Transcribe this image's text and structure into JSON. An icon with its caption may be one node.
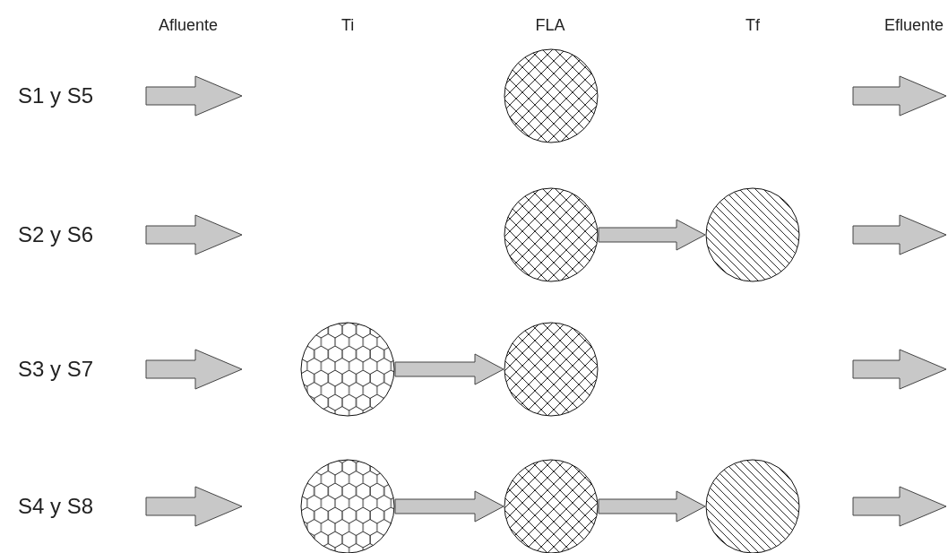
{
  "diagram": {
    "nodes": [
      {
        "text": [],
        "shape": "circle"
      },
      {
        "text": [],
        "shape": "circle"
      },
      {
        "text": [],
        "shape": "circle"
      },
      {
        "text": [],
        "shape": "circle"
      },
      {
        "text": [],
        "shape": "circle"
      },
      {
        "text": [],
        "shape": "circle"
      },
      {
        "text": [],
        "shape": "circle"
      },
      {
        "text": [],
        "shape": "circle"
      }
    ],
    "edges": [
      {
        "from": 1,
        "to": 2,
        "arrow": "to"
      },
      {
        "from": 3,
        "to": 4,
        "arrow": "to"
      },
      {
        "from": 5,
        "to": 6,
        "arrow": "to"
      },
      {
        "from": 6,
        "to": 7,
        "arrow": "to"
      }
    ],
    "labels": [
      "Afluente",
      "Ti",
      "FLA",
      "Tf",
      "Efluente",
      "S1 y S5",
      "S2 y S6",
      "S3 y S7",
      "S4 y S8"
    ]
  }
}
